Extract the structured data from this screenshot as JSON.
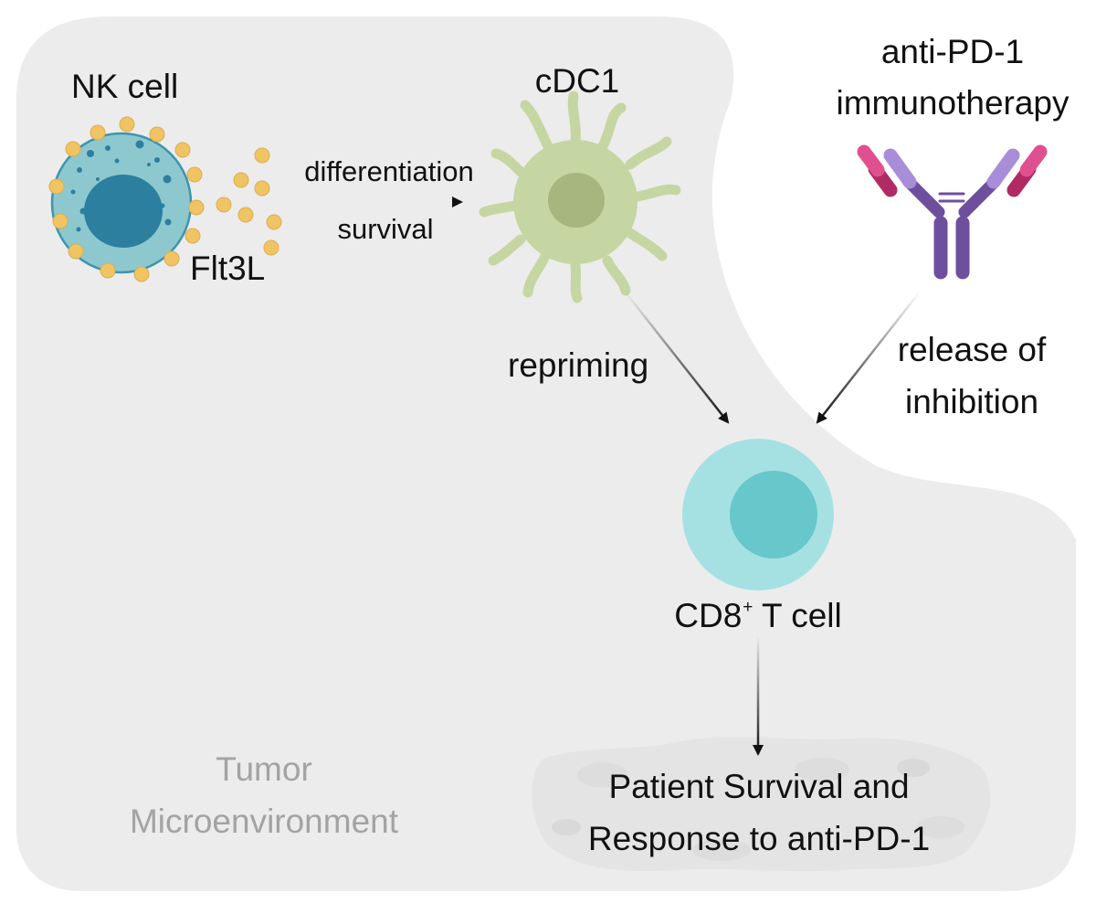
{
  "diagram": {
    "nk_cell_label": "NK cell",
    "flt3l_label": "Flt3L",
    "arrow_top_label": "differentiation",
    "arrow_bottom_label": "survival",
    "cdc1_label": "cDC1",
    "therapy_line1": "anti-PD-1",
    "therapy_line2": "immunotherapy",
    "repriming_label": "repriming",
    "release_line1": "release of",
    "release_line2": "inhibition",
    "tcell_label_main": "CD8",
    "tcell_label_sup": "+",
    "tcell_label_rest": " T cell",
    "outcome_line1": "Patient Survival and",
    "outcome_line2": "Response to anti-PD-1",
    "region_line1": "Tumor",
    "region_line2": "Microenvironment"
  },
  "colors": {
    "background_region": "#ececec",
    "nk_cell_body": "#8ec8cf",
    "nk_cell_nucleus": "#2c7f9f",
    "flt3l_particles": "#f0c463",
    "cdc1_body": "#c6d6a2",
    "cdc1_nucleus": "#a7b67f",
    "tcell_body": "#a5e1e3",
    "tcell_nucleus": "#67c7cb",
    "antibody_purple": "#6e4f9e",
    "antibody_lilac": "#a88ed8",
    "antibody_magenta": "#e0508f",
    "antibody_crimson": "#b02a63",
    "arrow": "#111111",
    "tissue_fill": "#e2e2e2"
  }
}
